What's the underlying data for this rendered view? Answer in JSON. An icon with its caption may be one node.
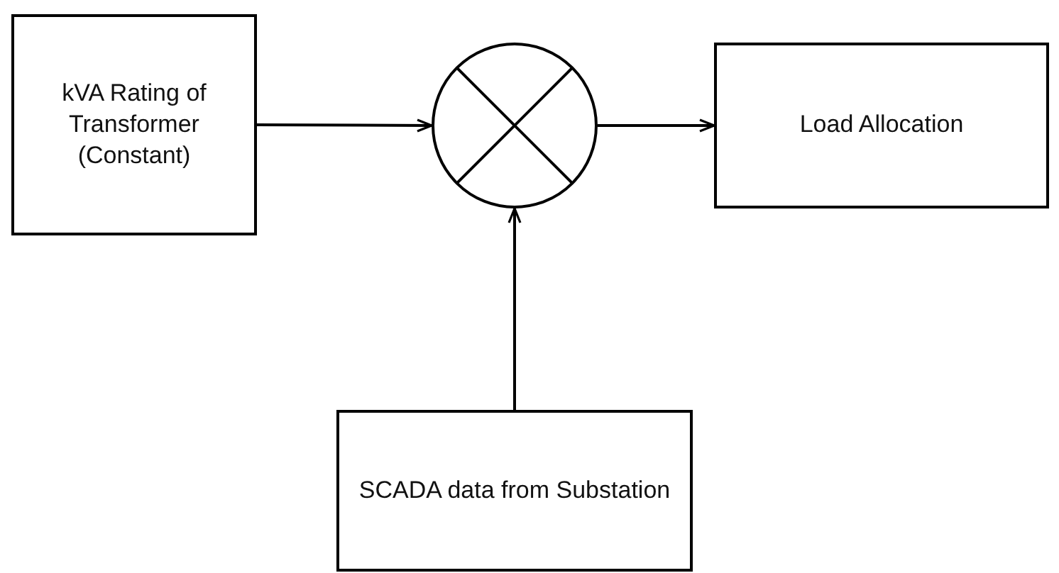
{
  "diagram": {
    "nodes": [
      {
        "text": [
          "kVA Rating of Transformer (Constant)"
        ]
      },
      {
        "text": [],
        "shape": "circle"
      },
      {
        "text": [
          "Load Allocation"
        ]
      },
      {
        "text": [
          "SCADA data from Substation"
        ]
      }
    ],
    "edges": [
      {
        "from": 0,
        "to": 1,
        "arrow": "to"
      },
      {
        "from": 1,
        "to": 2,
        "arrow": "to"
      },
      {
        "from": 3,
        "to": 1,
        "arrow": "to"
      }
    ]
  }
}
